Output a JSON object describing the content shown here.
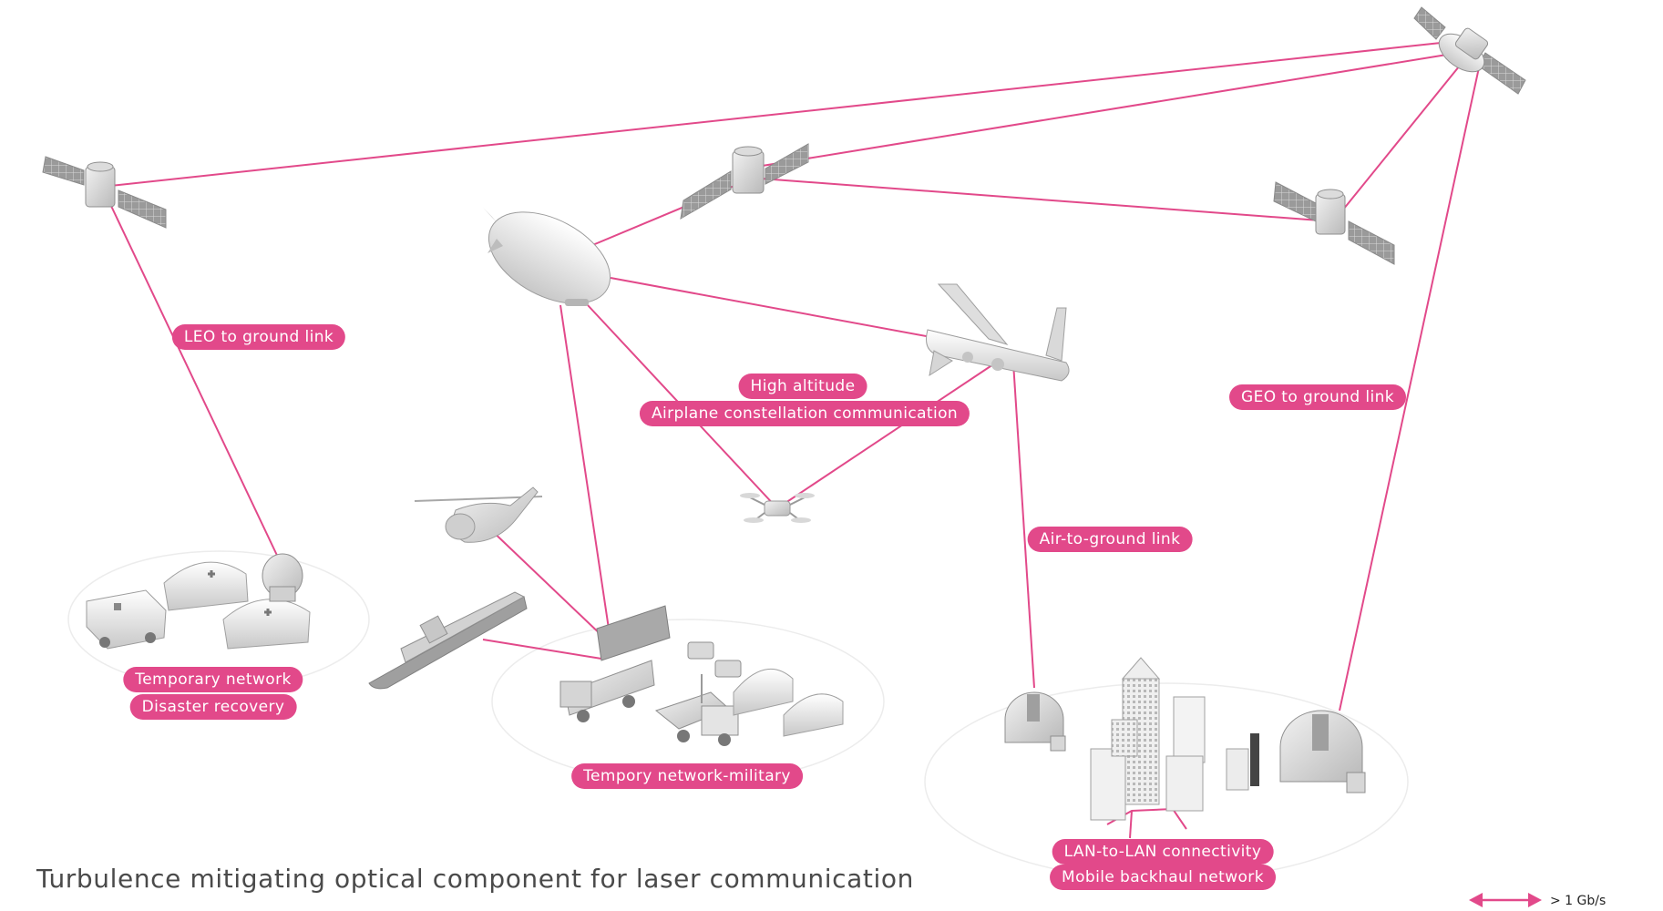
{
  "title": "Turbulence mitigating optical component for laser communication",
  "labels": {
    "leo_ground": "LEO to ground link",
    "high_altitude": "High altitude",
    "airplane_constellation": "Airplane constellation communication",
    "geo_ground": "GEO to ground link",
    "air_to_ground": "Air-to-ground link",
    "temporary_network": "Temporary network",
    "disaster_recovery": "Disaster recovery",
    "tempory_network_military": "Tempory network-military",
    "lan_to_lan": "LAN-to-LAN connectivity",
    "mobile_backhaul": "Mobile backhaul network"
  },
  "legend": {
    "label": "> 1 Gb/s"
  },
  "colors": {
    "link": "#e2498a",
    "label_bg": "#e2498a",
    "label_text": "#ffffff",
    "caption": "#4a4a4a"
  },
  "icons": [
    "satellite-icon",
    "airship-icon",
    "airplane-icon",
    "drone-icon",
    "helicopter-icon",
    "ship-icon",
    "truck-icon",
    "tent-icon",
    "ground-station-icon",
    "building-icon",
    "observatory-icon"
  ]
}
